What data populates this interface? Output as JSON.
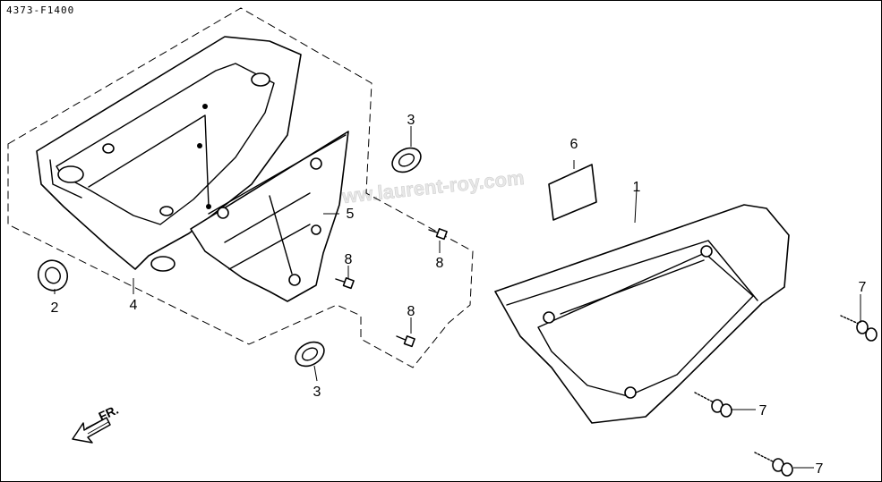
{
  "diagram_code": "4373-F1400",
  "watermark": "www.laurent-roy.com",
  "front_marker": "FR.",
  "callouts": [
    {
      "id": "c1",
      "text": "1"
    },
    {
      "id": "c2",
      "text": "2"
    },
    {
      "id": "c3a",
      "text": "3"
    },
    {
      "id": "c3b",
      "text": "3"
    },
    {
      "id": "c4",
      "text": "4"
    },
    {
      "id": "c5",
      "text": "5"
    },
    {
      "id": "c6",
      "text": "6"
    },
    {
      "id": "c7a",
      "text": "7"
    },
    {
      "id": "c7b",
      "text": "7"
    },
    {
      "id": "c7c",
      "text": "7"
    },
    {
      "id": "c8a",
      "text": "8"
    },
    {
      "id": "c8b",
      "text": "8"
    },
    {
      "id": "c8c",
      "text": "8"
    }
  ]
}
